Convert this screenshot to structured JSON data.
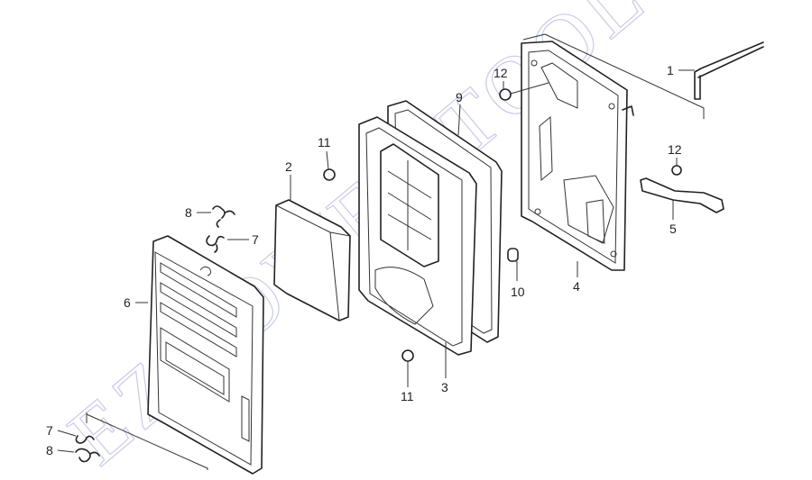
{
  "watermark": "EZ POWER TOOLS",
  "callouts": {
    "c1": "1",
    "c12a": "12",
    "c9": "9",
    "c11a": "11",
    "c2": "2",
    "c12b": "12",
    "c8a": "8",
    "c7a": "7",
    "c5": "5",
    "c10": "10",
    "c4": "4",
    "c6": "6",
    "c11b": "11",
    "c3": "3",
    "c7b": "7",
    "c8b": "8"
  }
}
